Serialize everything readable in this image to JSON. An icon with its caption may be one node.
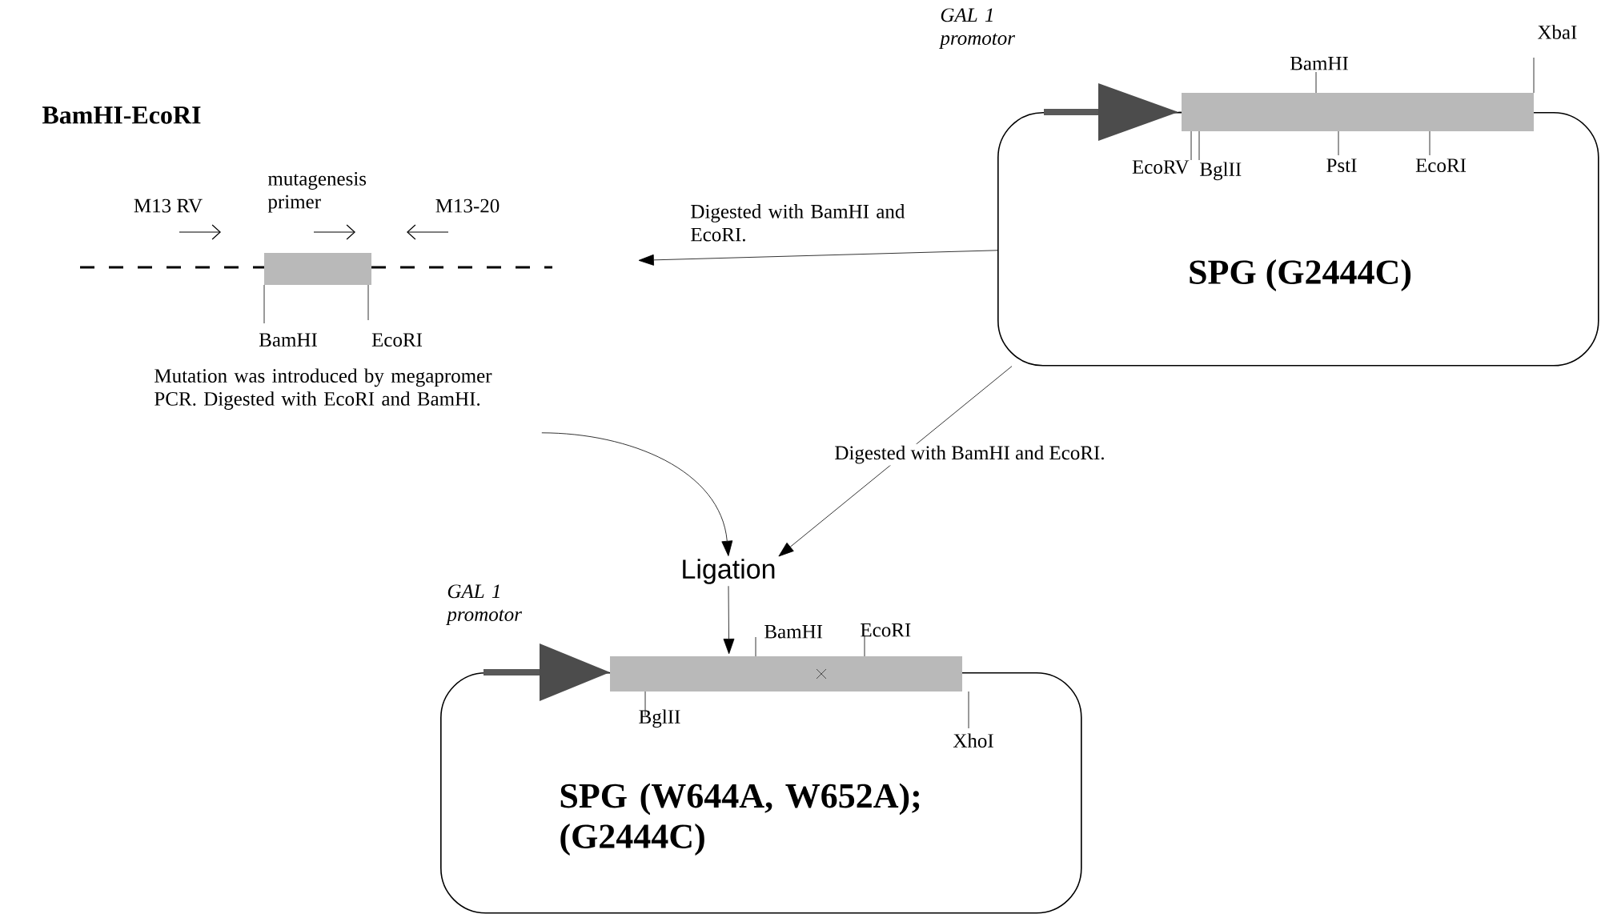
{
  "diagram": {
    "nodes": [
      {
        "text": [
          "BamHI-EcoRI",
          "M13 RV",
          "mutagenesis primer",
          "M13-20",
          "BamHI",
          "EcoRI"
        ]
      },
      {
        "text": [
          "GAL 1 promotor",
          "BamHI",
          "XbaI",
          "EcoRV",
          "BglII",
          "PstI",
          "EcoRI",
          "SPG (G2444C)"
        ]
      },
      {
        "text": [
          "Ligation"
        ]
      },
      {
        "text": [
          "GAL 1 promotor",
          "BamHI",
          "EcoRI",
          "BglII",
          "XhoI",
          "SPG (W644A, W652A); (G2444C)"
        ]
      }
    ],
    "edges": [
      {
        "from": 1,
        "to": 0,
        "arrow": "to",
        "label": "Digested with BamHI and EcoRI."
      },
      {
        "from": 0,
        "to": 2,
        "arrow": "to",
        "label": "Mutation was introduced by megapromer PCR. Digested with EcoRI and BamHI."
      },
      {
        "from": 1,
        "to": 2,
        "arrow": "to",
        "label": "Digested with BamHI and EcoRI."
      },
      {
        "from": 2,
        "to": 3,
        "arrow": "to"
      }
    ]
  }
}
